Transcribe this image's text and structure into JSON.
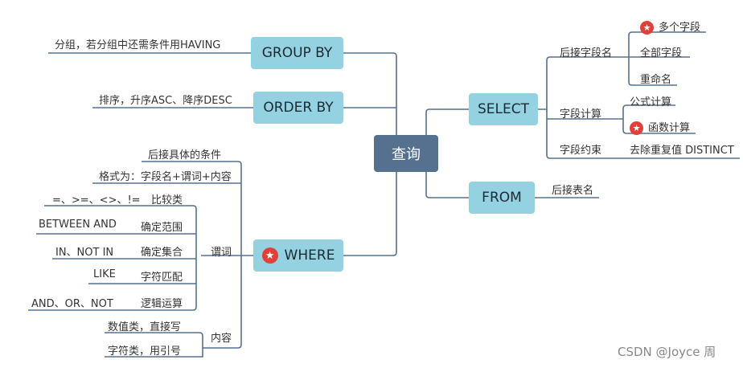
{
  "root": "查询",
  "group_by": {
    "label": "GROUP BY",
    "note": "分组，若分组中还需条件用HAVING"
  },
  "order_by": {
    "label": "ORDER BY",
    "note": "排序，升序ASC、降序DESC"
  },
  "where": {
    "label": "WHERE",
    "condition": "后接具体的条件",
    "format": "格式为：字段名+谓词+内容",
    "predicate": "谓词",
    "predicates": [
      {
        "ops": "=、>=、<>、!=",
        "name": "比较类"
      },
      {
        "ops": "BETWEEN AND",
        "name": "确定范围"
      },
      {
        "ops": "IN、NOT IN",
        "name": "确定集合"
      },
      {
        "ops": "LIKE",
        "name": "字符匹配"
      },
      {
        "ops": "AND、OR、NOT",
        "name": "逻辑运算"
      }
    ],
    "content": "内容",
    "contents": [
      "数值类，直接写",
      "字符类，用引号"
    ]
  },
  "select": {
    "label": "SELECT",
    "fields": "后接字段名",
    "field_items": [
      "多个字段",
      "全部字段",
      "重命名"
    ],
    "calc": "字段计算",
    "calc_items": [
      "公式计算",
      "函数计算"
    ],
    "constraint": "字段约束",
    "constraint_item": "去除重复值 DISTINCT"
  },
  "from": {
    "label": "FROM",
    "note": "后接表名"
  },
  "watermark": "CSDN @Joyce 周",
  "colors": {
    "root": "#56708f",
    "topic": "#94d1e1",
    "line": "#56708f",
    "star": "#e0403a"
  }
}
